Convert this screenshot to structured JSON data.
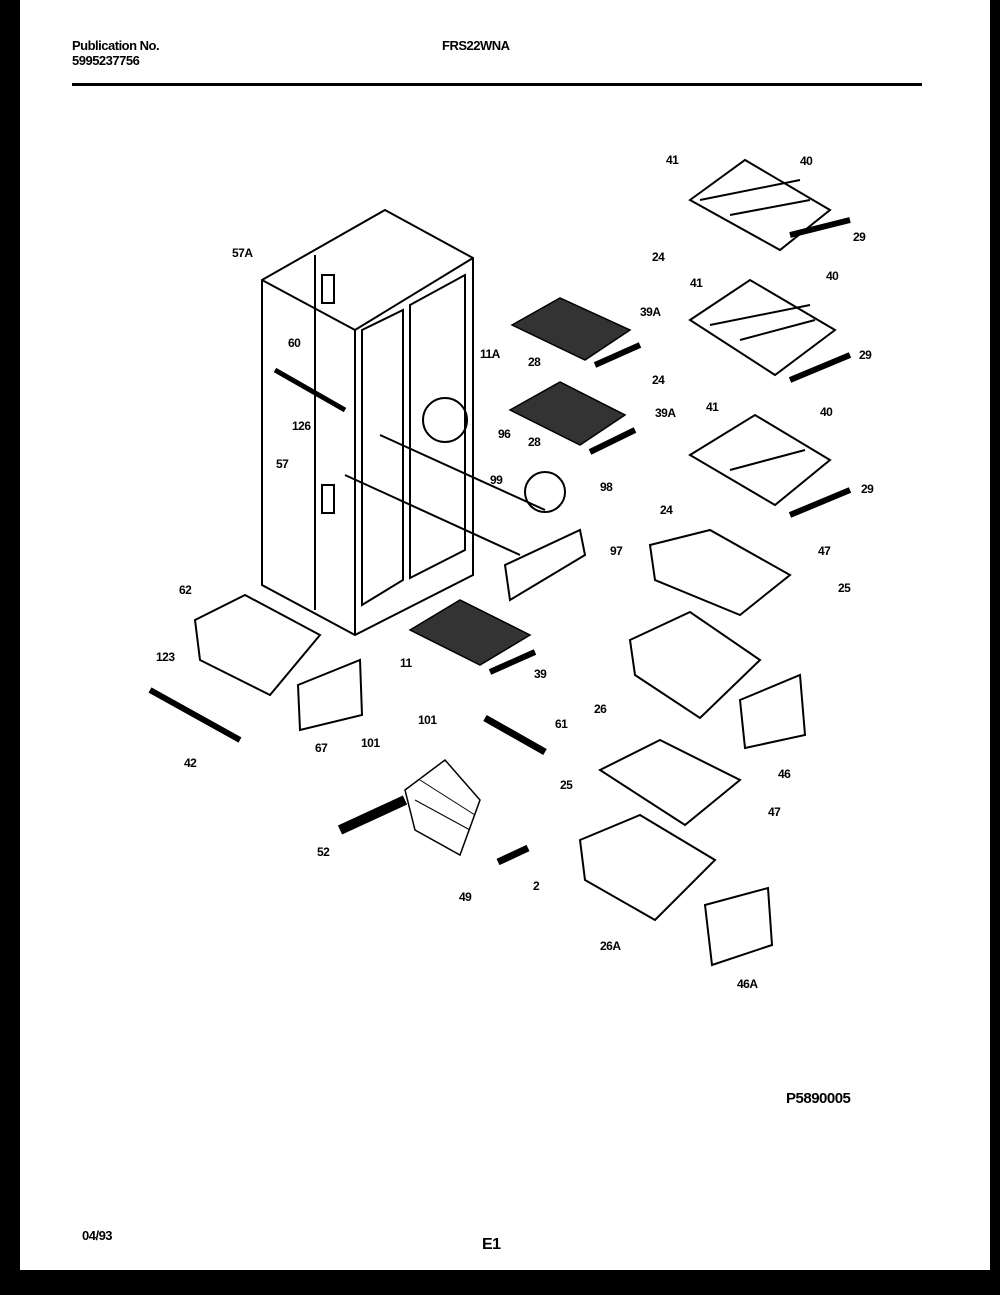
{
  "header": {
    "publication_label": "Publication No.",
    "publication_number": "5995237756",
    "model": "FRS22WNA"
  },
  "diagram_id": "P5890005",
  "footer": {
    "date": "04/93",
    "page": "E1"
  },
  "labels": [
    "57A",
    "60",
    "126",
    "57",
    "41",
    "40",
    "29",
    "24",
    "41",
    "40",
    "29",
    "24",
    "39A",
    "11A",
    "28",
    "39A",
    "96",
    "28",
    "41",
    "40",
    "29",
    "24",
    "99",
    "98",
    "97",
    "47",
    "25",
    "62",
    "11",
    "39",
    "123",
    "26",
    "42",
    "67",
    "101",
    "61",
    "46",
    "101",
    "25",
    "47",
    "52",
    "49",
    "2",
    "26A",
    "46A"
  ]
}
